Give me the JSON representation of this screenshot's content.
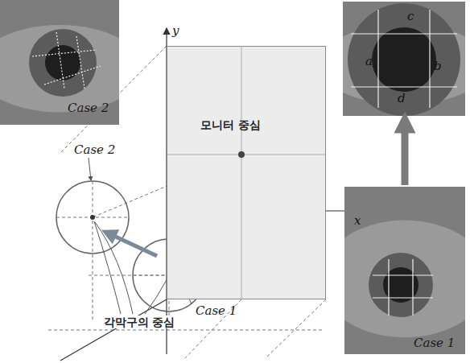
{
  "diagram": {
    "nodes": [
      {
        "text": [
          "Case 2"
        ]
      },
      {
        "text": [
          "모니터 중심"
        ]
      },
      {
        "text": [
          "c",
          "a",
          "b",
          "d"
        ]
      },
      {
        "text": [
          "Case 1"
        ]
      }
    ],
    "edges": [
      {
        "from": 3,
        "to": 2,
        "arrow": "to"
      }
    ],
    "labels": [
      "y",
      "x",
      "Case 2",
      "Case 1",
      "각막구의 중심"
    ]
  }
}
